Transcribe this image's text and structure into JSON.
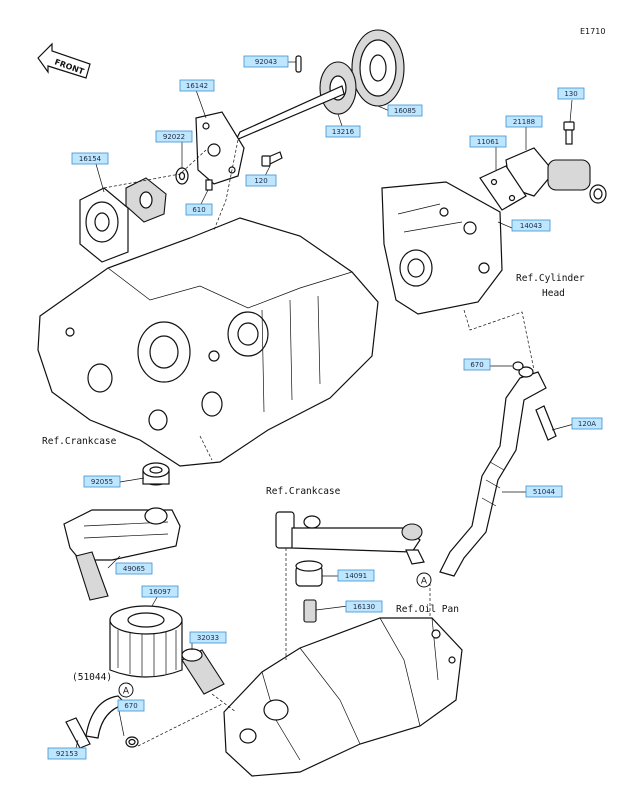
{
  "header": {
    "code": "E1710",
    "front_label": "FRONT"
  },
  "callouts": [
    {
      "id": "92043",
      "label": "92043"
    },
    {
      "id": "16142",
      "label": "16142"
    },
    {
      "id": "16085",
      "label": "16085"
    },
    {
      "id": "13216",
      "label": "13216"
    },
    {
      "id": "92022",
      "label": "92022"
    },
    {
      "id": "16154",
      "label": "16154"
    },
    {
      "id": "120",
      "label": "120"
    },
    {
      "id": "610",
      "label": "610"
    },
    {
      "id": "130",
      "label": "130"
    },
    {
      "id": "21188",
      "label": "21188"
    },
    {
      "id": "11061",
      "label": "11061"
    },
    {
      "id": "14043",
      "label": "14043"
    },
    {
      "id": "670a",
      "label": "670"
    },
    {
      "id": "120A",
      "label": "120A"
    },
    {
      "id": "51044",
      "label": "51044"
    },
    {
      "id": "92055",
      "label": "92055"
    },
    {
      "id": "49065",
      "label": "49065"
    },
    {
      "id": "16097",
      "label": "16097"
    },
    {
      "id": "14091",
      "label": "14091"
    },
    {
      "id": "16130",
      "label": "16130"
    },
    {
      "id": "32033",
      "label": "32033"
    },
    {
      "id": "670b",
      "label": "670"
    },
    {
      "id": "92153",
      "label": "92153"
    }
  ],
  "references": {
    "cylinder_head_1": "Ref.Cylinder",
    "cylinder_head_2": "Head",
    "crankcase_left": "Ref.Crankcase",
    "crankcase_mid": "Ref.Crankcase",
    "oil_pan": "Ref.Oil Pan",
    "hose_ref": "(51044)"
  },
  "markers": {
    "a_top": "A",
    "a_bottom": "A"
  }
}
